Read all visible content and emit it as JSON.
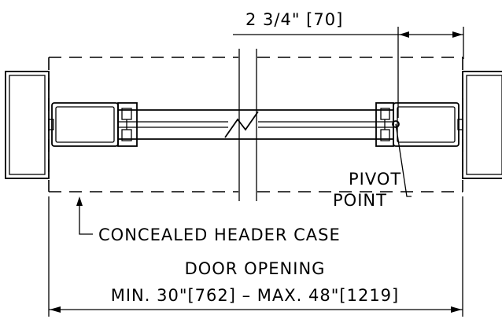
{
  "labels": {
    "offset_dimension": "2 3/4\" [70]",
    "pivot_line1": "PIVOT",
    "pivot_line2": "POINT",
    "header_case": "CONCEALED HEADER CASE",
    "opening_line1": "DOOR OPENING",
    "opening_line2": "MIN. 30\"[762] – MAX. 48\"[1219]"
  },
  "colors": {
    "ink": "#000000",
    "background": "#ffffff"
  }
}
